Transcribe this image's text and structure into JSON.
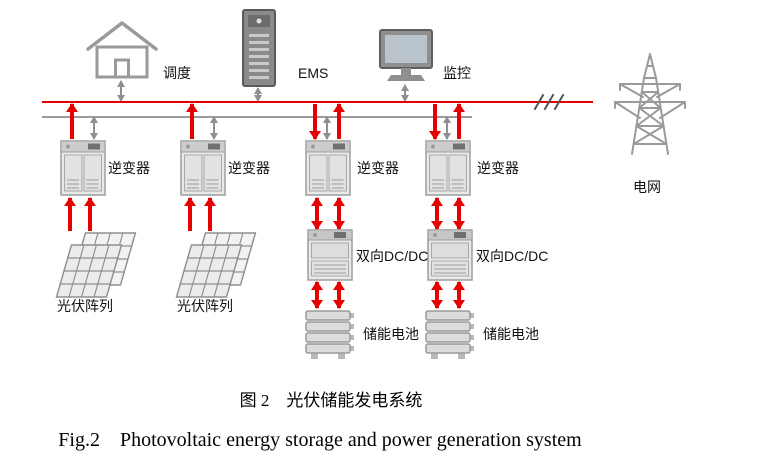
{
  "figure": {
    "nodes": {
      "dispatch": {
        "label": "调度"
      },
      "ems": {
        "label": "EMS"
      },
      "monitoring": {
        "label": "监控"
      },
      "grid": {
        "label": "电网"
      },
      "inverter_1": {
        "label": "逆变器"
      },
      "inverter_2": {
        "label": "逆变器"
      },
      "inverter_3": {
        "label": "逆变器"
      },
      "inverter_4": {
        "label": "逆变器"
      },
      "pv_array_1": {
        "label": "光伏阵列"
      },
      "pv_array_2": {
        "label": "光伏阵列"
      },
      "dcdc_1": {
        "label": "双向DC/DC"
      },
      "dcdc_2": {
        "label": "双向DC/DC"
      },
      "battery_1": {
        "label": "储能电池"
      },
      "battery_2": {
        "label": "储能电池"
      }
    },
    "colors": {
      "bus_red": "#e60000",
      "arrow_gray": "#8f8f8f",
      "icon_gray": "#9a9a9a"
    }
  },
  "caption": {
    "zh": "图 2　光伏储能发电系统",
    "en": "Fig.2　Photovoltaic energy storage and power generation system"
  }
}
